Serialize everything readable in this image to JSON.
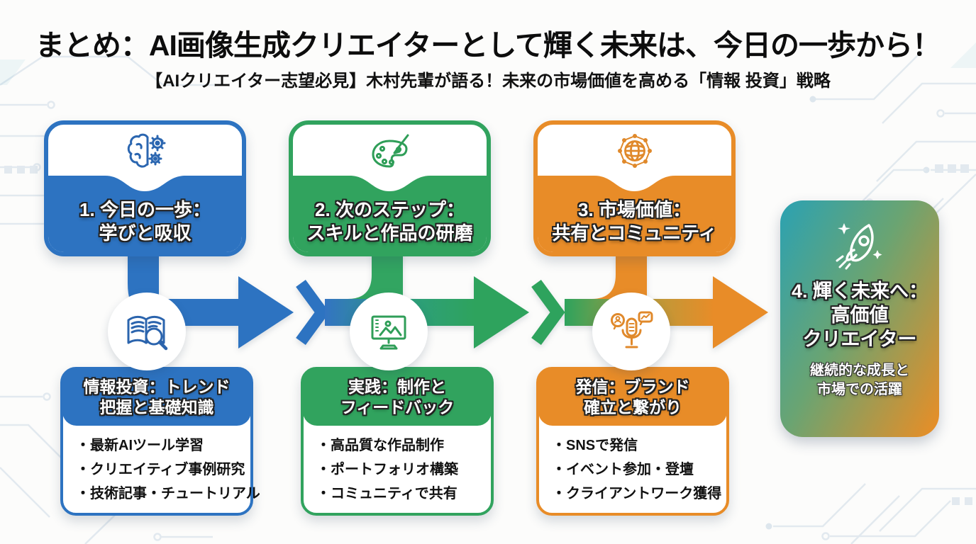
{
  "header": {
    "title": "まとめ：AI画像生成クリエイターとして輝く未来は、今日の一歩から！",
    "subtitle": "【AIクリエイター志望必見】木村先輩が語る！未来の市場価値を高める「情報 投資」戦略"
  },
  "steps": [
    {
      "title_line1": "1. 今日の一歩：",
      "title_line2": "学びと吸収",
      "icon": "brain-gears-icon",
      "color": "#2d73c1"
    },
    {
      "title_line1": "2. 次のステップ：",
      "title_line2": "スキルと作品の研磨",
      "icon": "palette-brush-icon",
      "color": "#31a35e"
    },
    {
      "title_line1": "3. 市場価値：",
      "title_line2": "共有とコミュニティ",
      "icon": "network-globe-icon",
      "color": "#e88c28"
    }
  ],
  "detail_cards": [
    {
      "header_line1": "情報投資：トレンド",
      "header_line2": "把握と基礎知識",
      "icon": "book-magnifier-icon",
      "color": "#2d73c1",
      "bullets": [
        "・最新AIツール学習",
        "・クリエイティブ事例研究",
        "・技術記事・チュートリアル"
      ]
    },
    {
      "header_line1": "実践：制作と",
      "header_line2": "フィードバック",
      "icon": "monitor-image-icon",
      "color": "#31a35e",
      "bullets": [
        "・高品質な作品制作",
        "・ポートフォリオ構築",
        "・コミュニティで共有"
      ]
    },
    {
      "header_line1": "発信：ブランド",
      "header_line2": "確立と繋がり",
      "icon": "microphone-speech-icon",
      "color": "#e88c28",
      "bullets": [
        "・SNSで発信",
        "・イベント参加・登壇",
        "・クライアントワーク獲得"
      ]
    }
  ],
  "final_step": {
    "title_line1": "4. 輝く未来へ：",
    "title_line2": "高価値",
    "title_line3": "クリエイター",
    "subtext_line1": "継続的な成長と",
    "subtext_line2": "市場での活躍",
    "icon": "rocket-icon",
    "gradient_from": "#2ba2b2",
    "gradient_to": "#ec8d24"
  },
  "colors": {
    "blue": "#2d73c1",
    "green": "#31a35e",
    "orange": "#e88c28",
    "teal": "#2ba2b2",
    "background": "#fcfcfb"
  }
}
